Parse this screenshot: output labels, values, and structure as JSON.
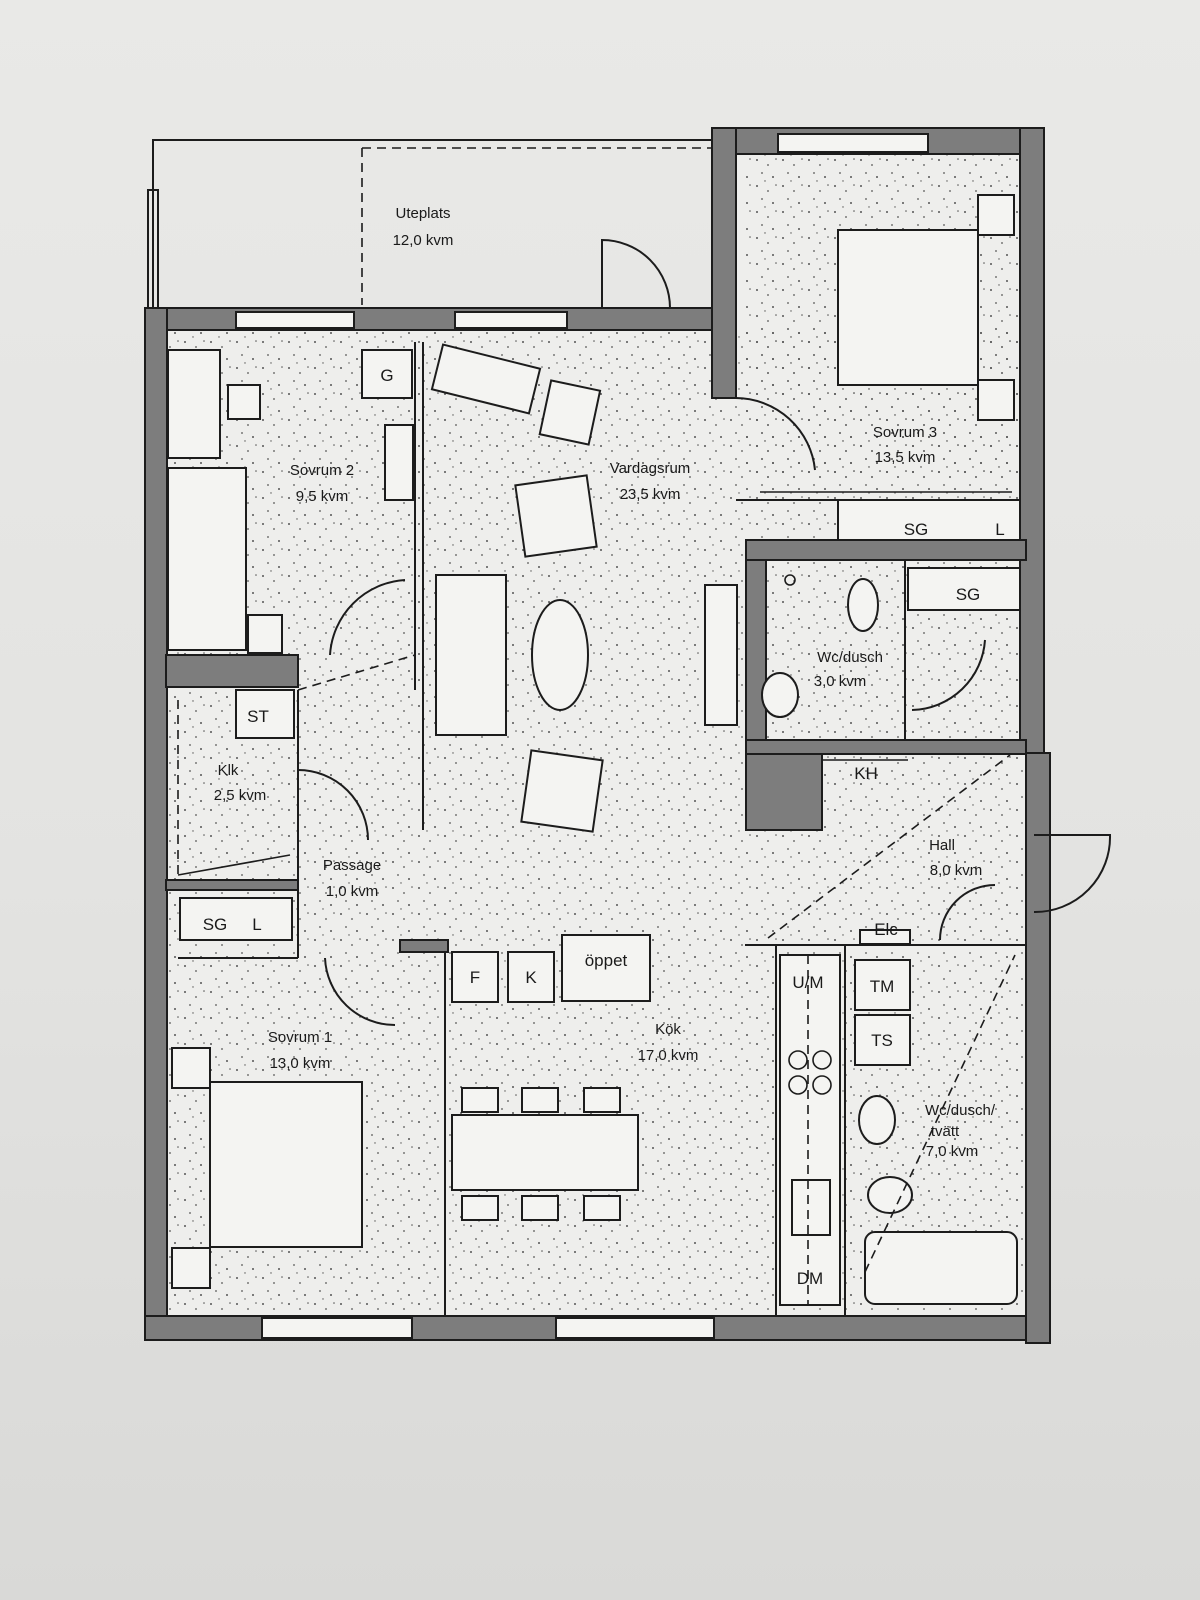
{
  "rooms": {
    "uteplats": {
      "name": "Uteplats",
      "area": "12,0 kvm"
    },
    "sovrum2": {
      "name": "Sovrum 2",
      "area": "9,5 kvm"
    },
    "vardagsrum": {
      "name": "Vardagsrum",
      "area": "23,5 kvm"
    },
    "sovrum3": {
      "name": "Sovrum 3",
      "area": "13,5 kvm"
    },
    "wcdusch": {
      "name": "Wc/dusch",
      "area": "3,0 kvm"
    },
    "klk": {
      "name": "Klk",
      "area": "2,5 kvm"
    },
    "passage": {
      "name": "Passage",
      "area": "1,0 kvm"
    },
    "hall": {
      "name": "Hall",
      "area": "8,0 kvm"
    },
    "sovrum1": {
      "name": "Sovrum 1",
      "area": "13,0 kvm"
    },
    "kok": {
      "name": "Kök",
      "area": "17,0 kvm"
    },
    "wcdusch_tvatt": {
      "name": "Wc/dusch/",
      "name2": "tvätt",
      "area": "7,0 kvm"
    }
  },
  "fixtures": {
    "g": "G",
    "sg_l_sovrum3": "SG",
    "l_sovrum3": "L",
    "sg_hall": "SG",
    "st": "ST",
    "kh": "KH",
    "elc": "Elc",
    "sg_sovrum1": "SG",
    "l_sovrum1": "L",
    "f": "F",
    "k": "K",
    "oppet": "öppet",
    "um": "U/M",
    "tm": "TM",
    "ts": "TS",
    "dm": "DM"
  }
}
